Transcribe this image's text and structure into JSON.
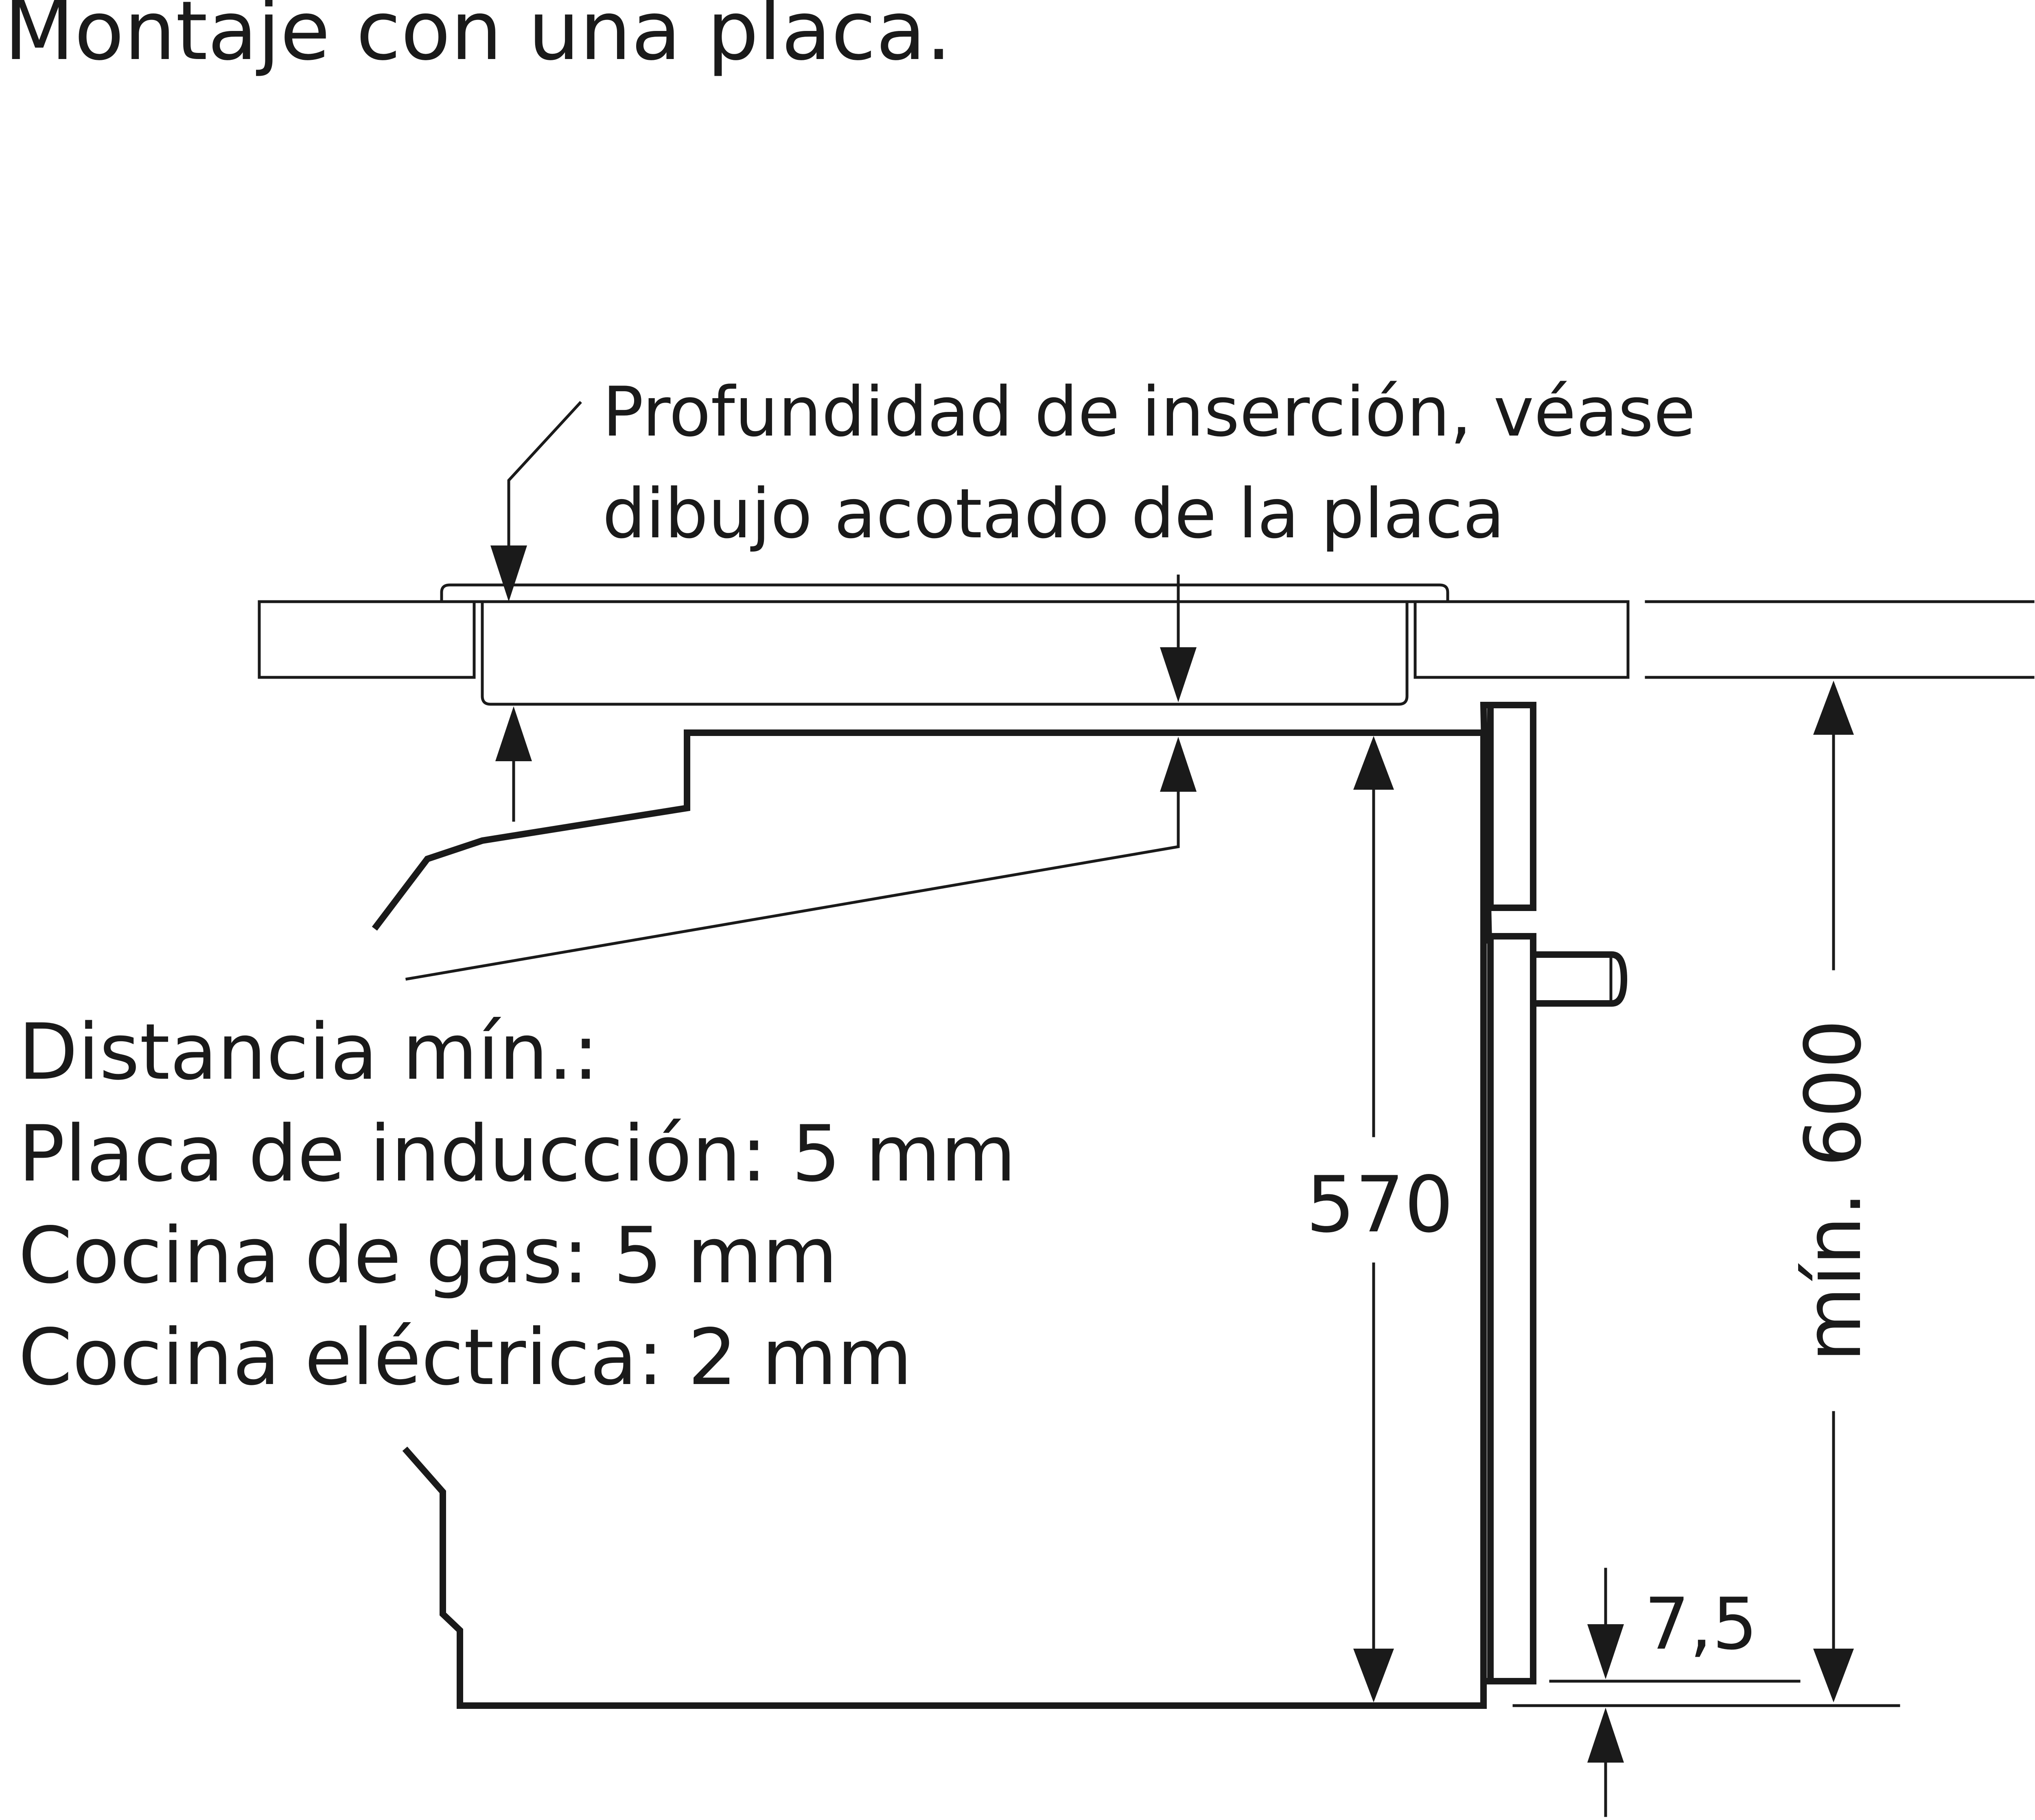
{
  "title": "Montaje con una placa.",
  "labels": {
    "insertion_line1": "Profundidad de inserción, véase",
    "insertion_line2": "dibujo acotado de la placa",
    "distance_heading": "Distancia mín.:",
    "distance_induction": "Placa de inducción: 5 mm",
    "distance_gas": "Cocina de gas: 5 mm",
    "distance_electric": "Cocina eléctrica: 2 mm"
  },
  "dimensions": {
    "oven_height": "570",
    "niche_height": "mín. 600",
    "bottom_offset": "7,5"
  },
  "colors": {
    "line": "#1a1a1a",
    "background": "#ffffff"
  }
}
